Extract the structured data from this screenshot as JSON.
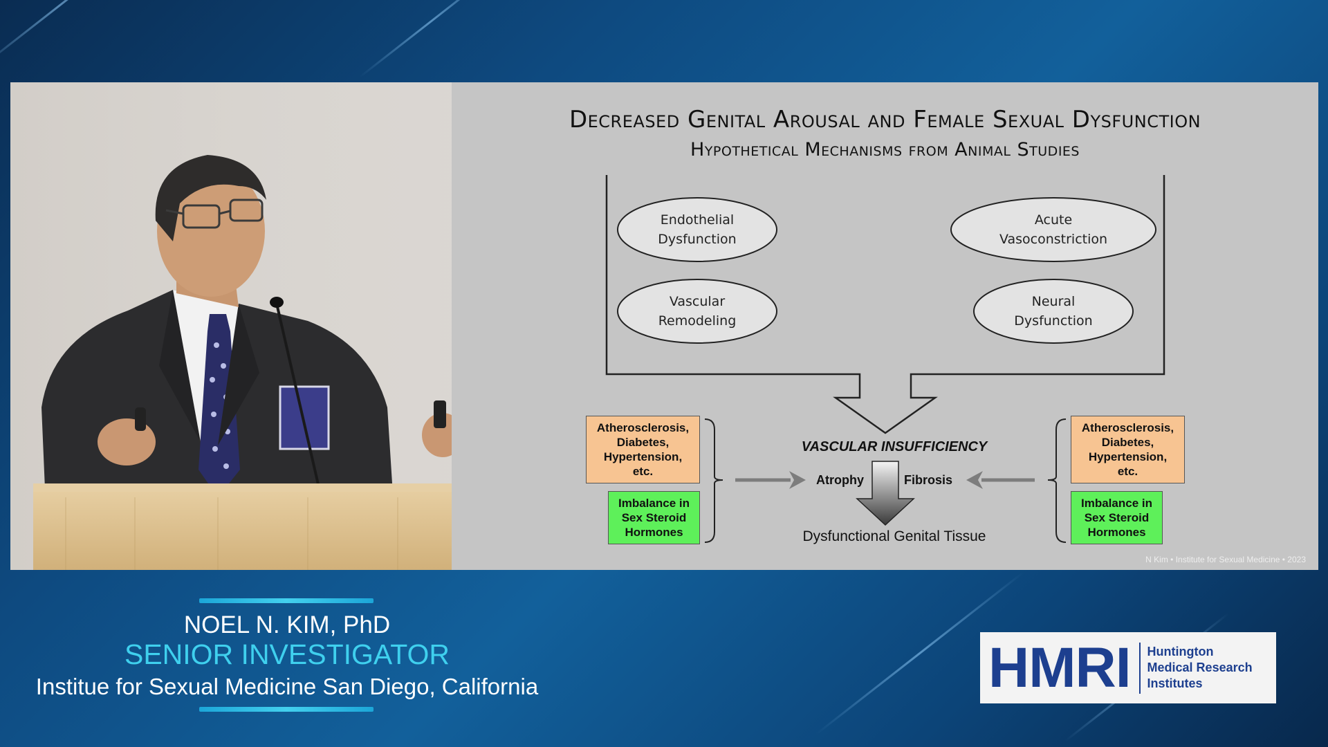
{
  "slide": {
    "title_line1": "Decreased Genital Arousal and Female Sexual Dysfunction",
    "title_line2": "Hypothetical Mechanisms from Animal Studies",
    "mechanisms": {
      "endothelial": "Endothelial\nDysfunction",
      "vasoconstriction": "Acute\nVasoconstriction",
      "vascular_remodeling": "Vascular\nRemodeling",
      "neural": "Neural\nDysfunction"
    },
    "left_risk_box": "Atherosclerosis,\nDiabetes,\nHypertension,\netc.",
    "left_hormone_box": "Imbalance in\nSex Steroid\nHormones",
    "right_risk_box": "Atherosclerosis,\nDiabetes,\nHypertension,\netc.",
    "right_hormone_box": "Imbalance in\nSex Steroid\nHormones",
    "vascular_insufficiency": "VASCULAR INSUFFICIENCY",
    "atrophy": "Atrophy",
    "fibrosis": "Fibrosis",
    "outcome": "Dysfunctional Genital Tissue",
    "footer": "N Kim • Institute for Sexual Medicine • 2023"
  },
  "lower_third": {
    "name": "NOEL N. KIM, PhD",
    "title": "SENIOR INVESTIGATOR",
    "affiliation": "Institue for Sexual Medicine San Diego, California"
  },
  "logo": {
    "mark": "HMRI",
    "words": "Huntington\nMedical Research\nInstitutes"
  },
  "colors": {
    "risk_box": "#f7c492",
    "hormone_box": "#5ef05a",
    "accent": "#3fd0ee",
    "logo_blue": "#1d3f8f"
  }
}
